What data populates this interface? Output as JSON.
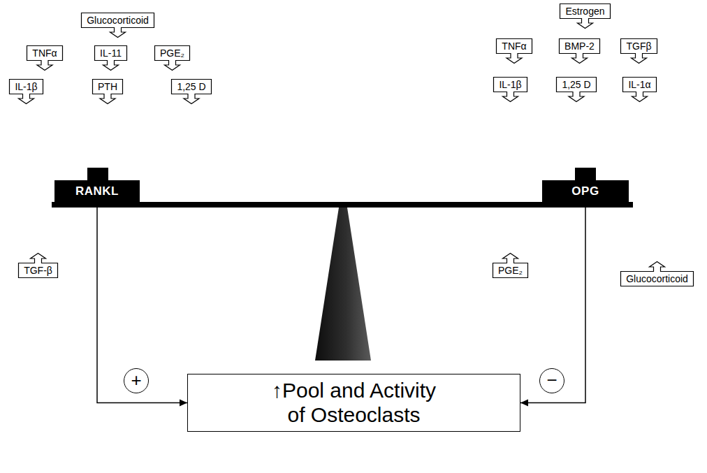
{
  "diagram": {
    "nodes": [
      {
        "text": [
          "Glucocorticoid"
        ]
      },
      {
        "text": [
          "TNFα"
        ]
      },
      {
        "text": [
          "IL-11"
        ]
      },
      {
        "text": [
          "PGE₂"
        ]
      },
      {
        "text": [
          "IL-1β"
        ]
      },
      {
        "text": [
          "PTH"
        ]
      },
      {
        "text": [
          "1,25 D"
        ]
      },
      {
        "text": [
          "Estrogen"
        ]
      },
      {
        "text": [
          "TNFα"
        ]
      },
      {
        "text": [
          "BMP-2"
        ]
      },
      {
        "text": [
          "TGFβ"
        ]
      },
      {
        "text": [
          "IL-1β"
        ]
      },
      {
        "text": [
          "1,25 D"
        ]
      },
      {
        "text": [
          "IL-1α"
        ]
      },
      {
        "text": [
          "RANKL"
        ]
      },
      {
        "text": [
          "OPG"
        ]
      },
      {
        "text": [
          "TGF-β"
        ]
      },
      {
        "text": [
          "PGE₂"
        ]
      },
      {
        "text": [
          "Glucocorticoid"
        ]
      },
      {
        "text": [
          "+"
        ]
      },
      {
        "text": [
          "−"
        ]
      },
      {
        "text": [
          "↑Pool and Activity of Osteoclasts"
        ]
      }
    ],
    "edges": [
      {
        "from": 14,
        "to": 21,
        "arrow": "to"
      },
      {
        "from": 15,
        "to": 21,
        "arrow": "to"
      }
    ]
  }
}
